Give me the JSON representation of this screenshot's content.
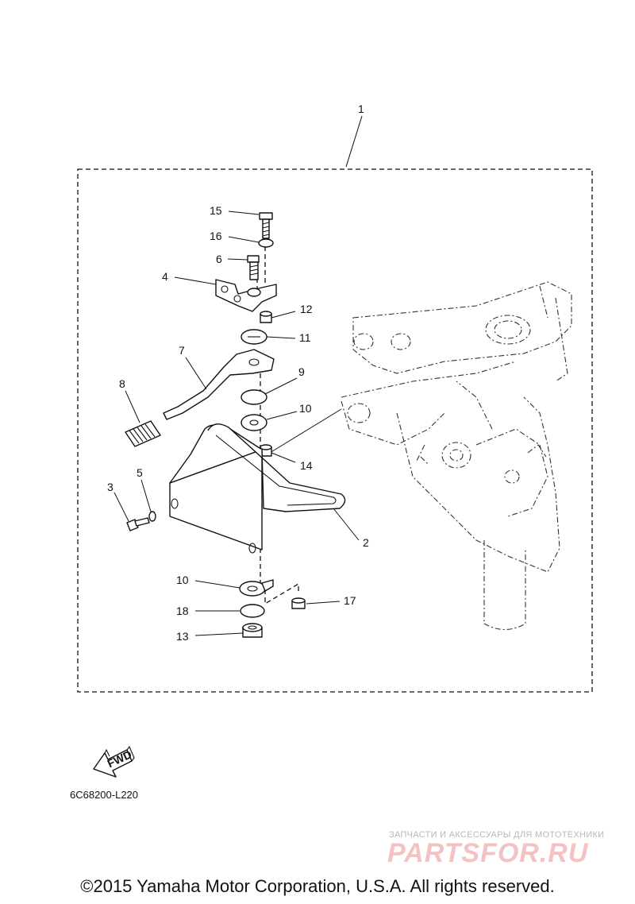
{
  "diagram": {
    "callouts": [
      "1",
      "2",
      "3",
      "4",
      "5",
      "6",
      "7",
      "8",
      "9",
      "10",
      "11",
      "12",
      "13",
      "14",
      "15",
      "16",
      "17",
      "18"
    ],
    "callout_10_lower": "10",
    "direction_label": "FWD",
    "code": "6C68200-L220"
  },
  "watermark": {
    "tagline": "ЗАПЧАСТИ И АКСЕССУАРЫ ДЛЯ МОТОТЕХНИКИ",
    "logo": "PARTSFOR.RU"
  },
  "footer": {
    "copyright": "©2015 Yamaha Motor Corporation, U.S.A. All rights reserved."
  }
}
